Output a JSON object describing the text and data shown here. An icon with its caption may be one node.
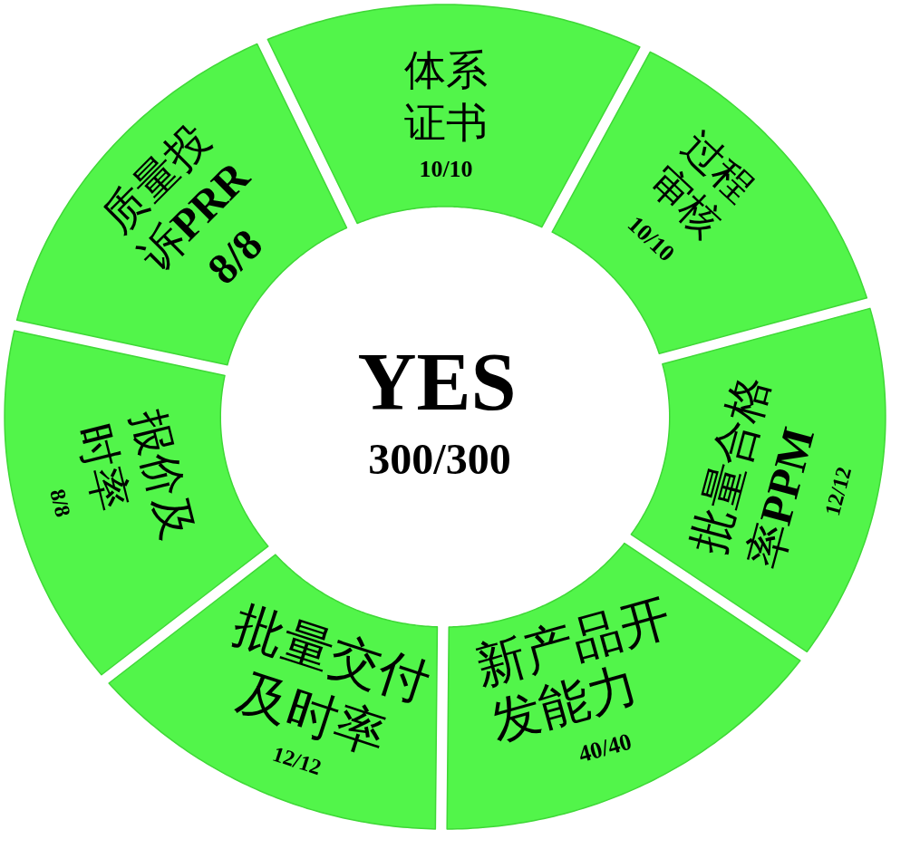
{
  "diagram": {
    "nodes": [
      {
        "text": [
          "YES",
          "300/300"
        ]
      },
      {
        "text": [
          "体系证书",
          "10/10"
        ]
      },
      {
        "text": [
          "过程审核",
          "10/10"
        ]
      },
      {
        "text": [
          "批量合格率**PPM**",
          "12/12"
        ]
      },
      {
        "text": [
          "新产品开发能力",
          "40/40"
        ]
      },
      {
        "text": [
          "批量交付及时率",
          "12/12"
        ]
      },
      {
        "text": [
          "报价及时率",
          "8/8"
        ]
      },
      {
        "text": [
          "质量投诉**PRR**",
          "8/8"
        ]
      }
    ]
  }
}
